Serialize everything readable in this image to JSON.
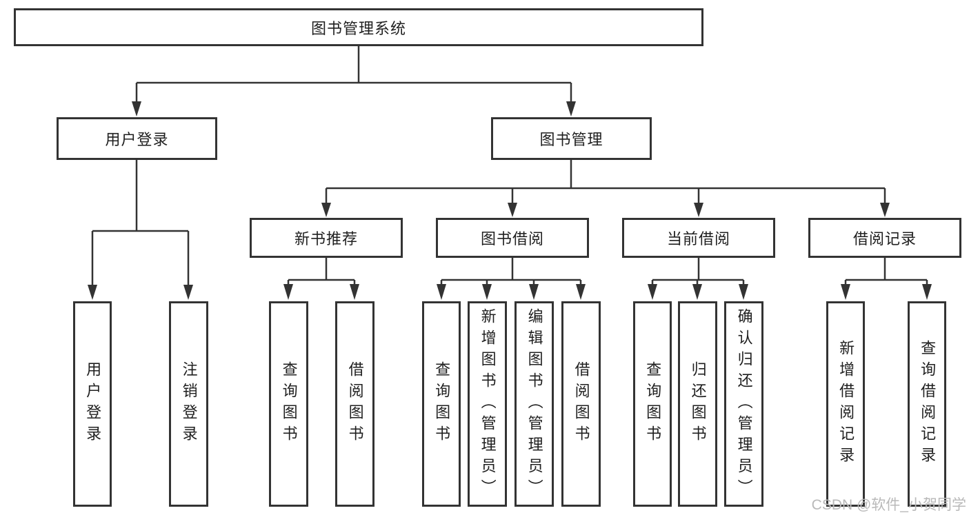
{
  "colors": {
    "line": "#333333",
    "box_border": "#333333",
    "box_background": "#ffffff",
    "text": "#1f1f1f",
    "watermark": "#b9b9b9",
    "page_background": "#ffffff"
  },
  "tree": {
    "root": {
      "label": "图书管理系统",
      "children": [
        {
          "label": "用户登录",
          "children": [
            {
              "label": "用户登录"
            },
            {
              "label": "注销登录"
            }
          ]
        },
        {
          "label": "图书管理",
          "children": [
            {
              "label": "新书推荐",
              "children": [
                {
                  "label": "查询图书"
                },
                {
                  "label": "借阅图书"
                }
              ]
            },
            {
              "label": "图书借阅",
              "children": [
                {
                  "label": "查询图书"
                },
                {
                  "label": "新增图书（管理员）"
                },
                {
                  "label": "编辑图书（管理员）"
                },
                {
                  "label": "借阅图书"
                }
              ]
            },
            {
              "label": "当前借阅",
              "children": [
                {
                  "label": "查询图书"
                },
                {
                  "label": "归还图书"
                },
                {
                  "label": "确认归还（管理员）"
                }
              ]
            },
            {
              "label": "借阅记录",
              "children": [
                {
                  "label": "新增借阅记录"
                },
                {
                  "label": "查询借阅记录"
                }
              ]
            }
          ]
        }
      ]
    }
  },
  "watermark": {
    "text": "CSDN @软件_小贺同学"
  }
}
